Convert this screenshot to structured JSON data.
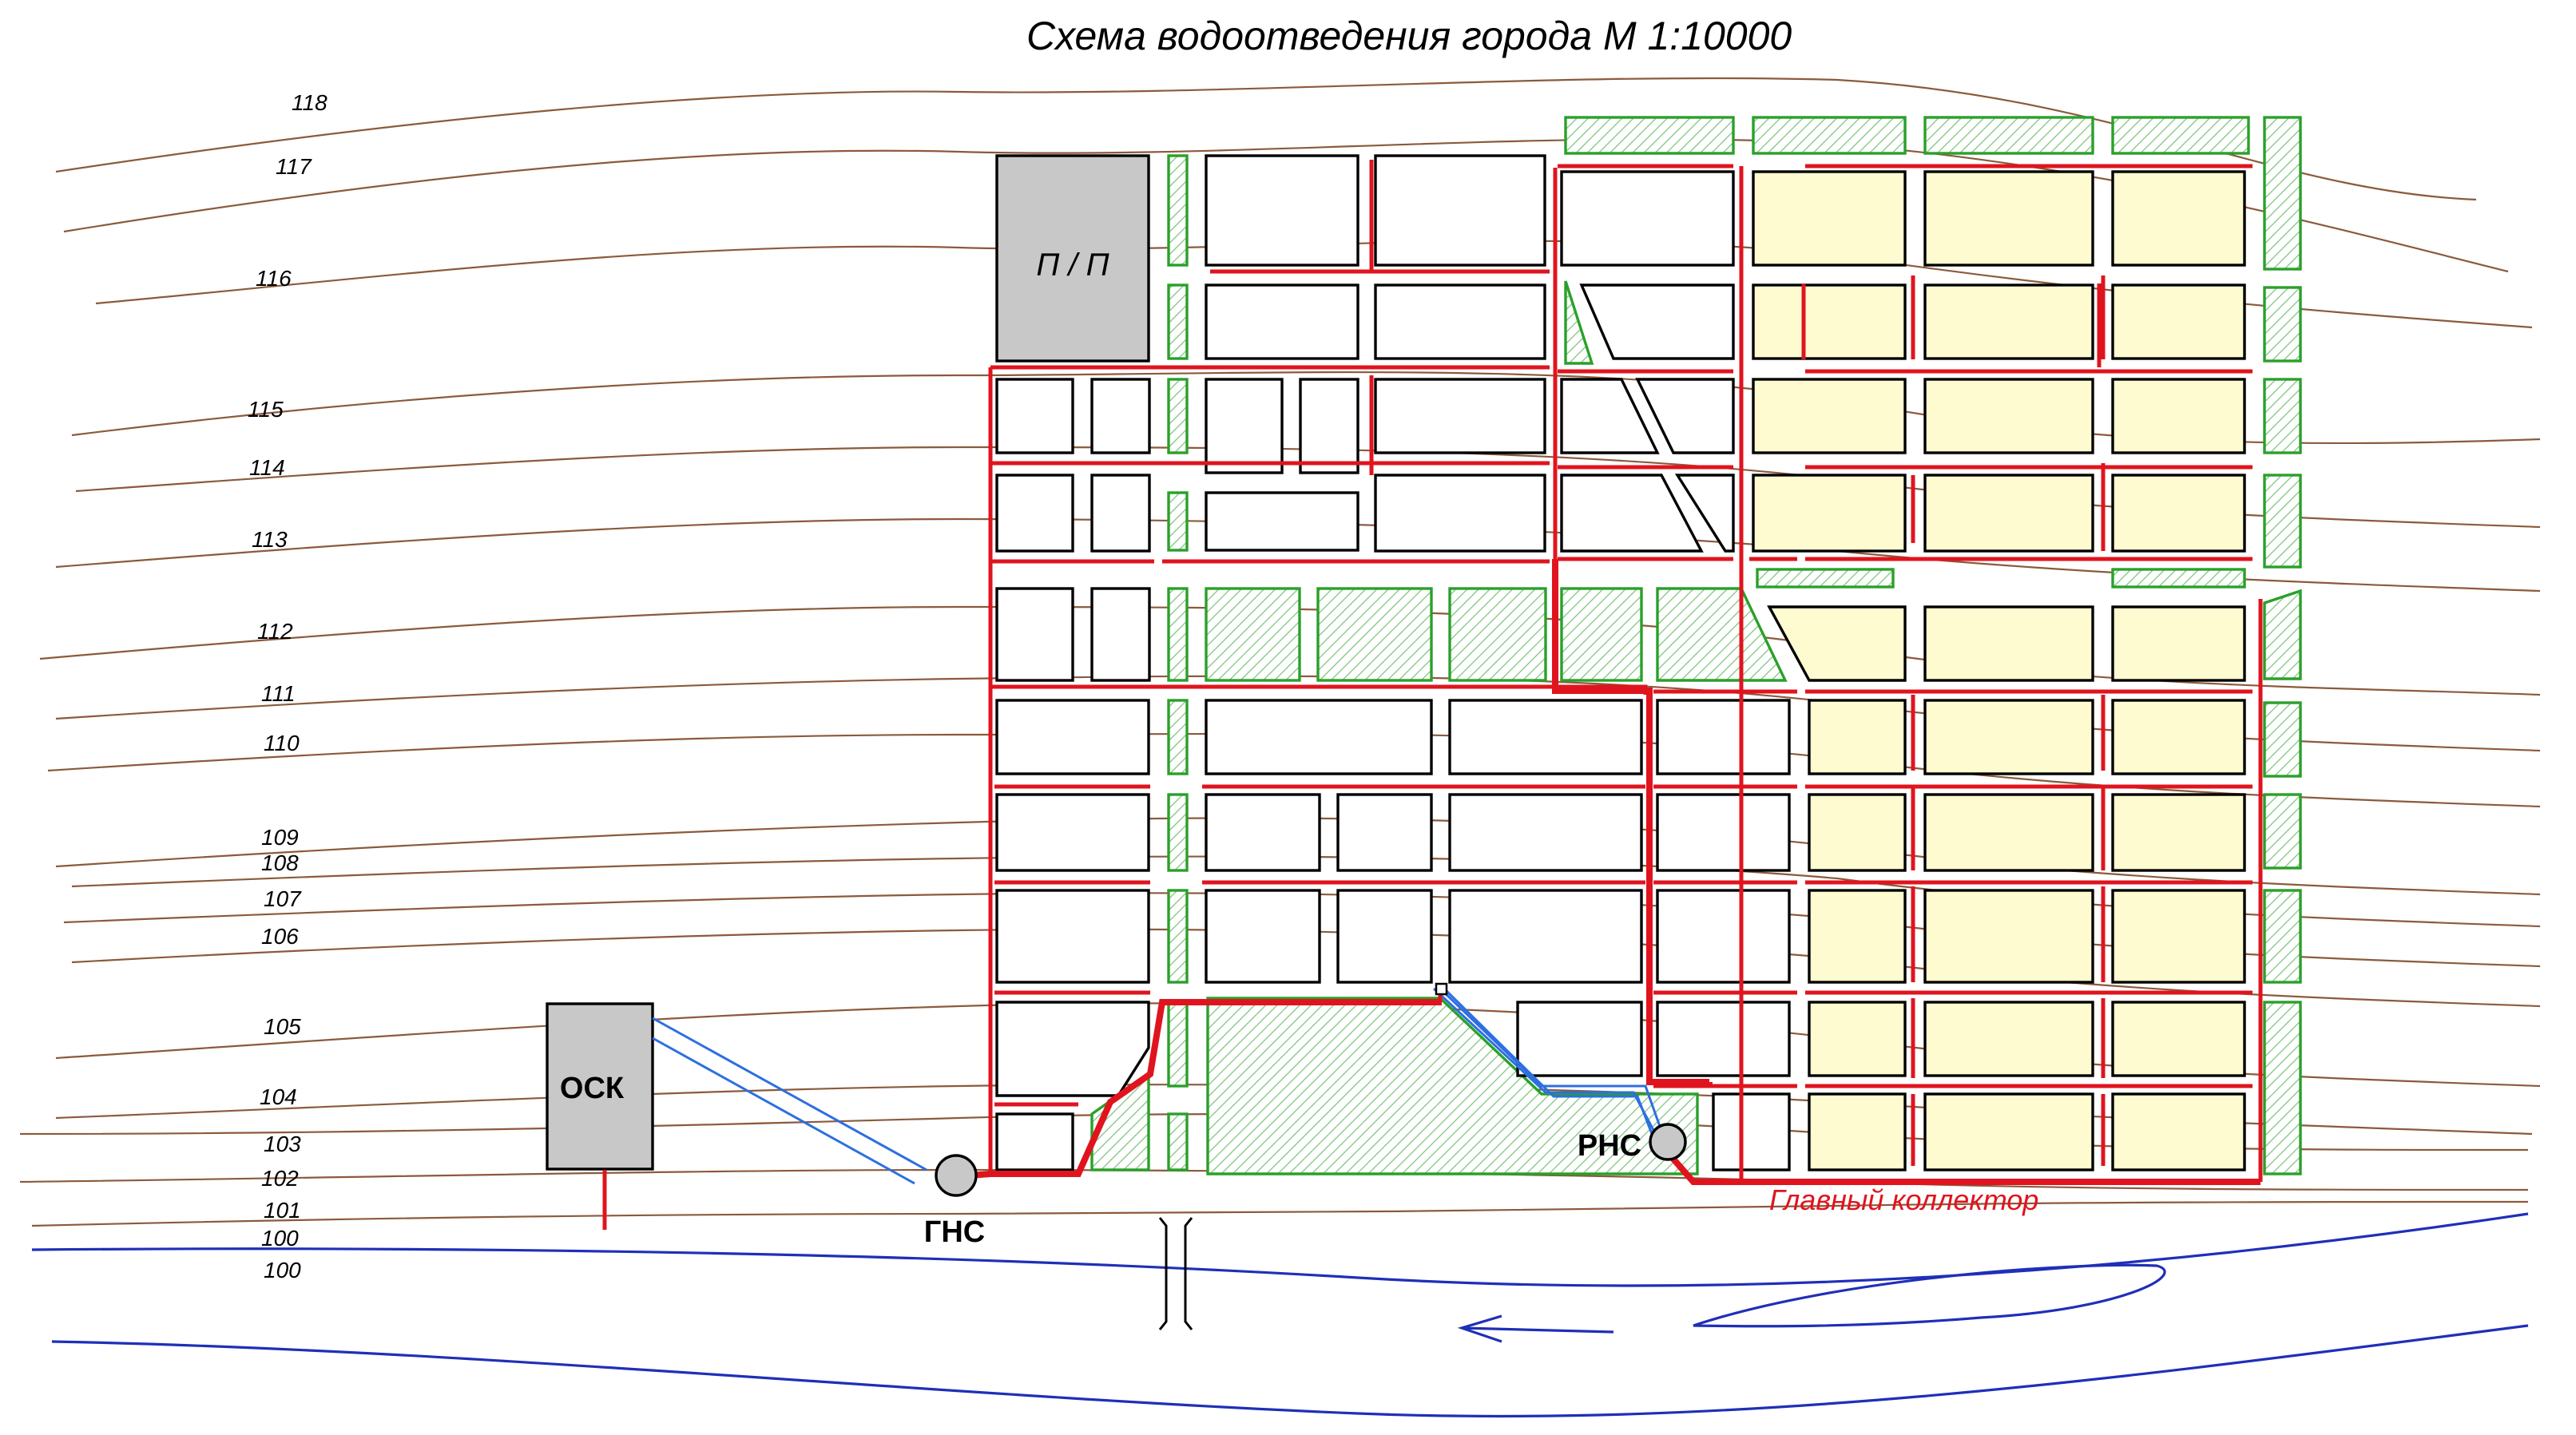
{
  "title": "Схема водоотведения города   М 1:10000",
  "contour_labels": [
    "118",
    "117",
    "116",
    "115",
    "114",
    "113",
    "112",
    "111",
    "110",
    "109",
    "108",
    "107",
    "106",
    "105",
    "104",
    "103",
    "102",
    "101",
    "100",
    "100"
  ],
  "facilities": {
    "industrial": "П / П",
    "treatment": "ОСК",
    "main_pump": "ГНС",
    "district_pump": "РНС"
  },
  "collector_label": "Главный коллектор",
  "colors": {
    "contour": "#8b5a3c",
    "river": "#1f2fb8",
    "sewer": "#e0141e",
    "pressure_pipe": "#2d6fe0",
    "green_zone": "#2aa02a",
    "residential_fill": "#fffbd0",
    "facility_fill": "#c8c8c8"
  }
}
